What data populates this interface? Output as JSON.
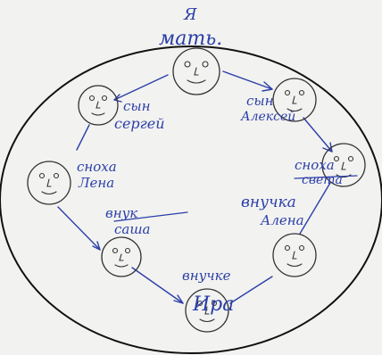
{
  "title": {
    "line1": "Я",
    "line2": "мать."
  },
  "members": [
    {
      "id": "mother",
      "label_lines": []
    },
    {
      "id": "son-alexei",
      "label_lines": [
        "сын",
        "Алексей"
      ]
    },
    {
      "id": "daughter-in-law-sveta",
      "label_lines": [
        "сноха",
        "света"
      ]
    },
    {
      "id": "granddaughter-alena",
      "label_lines": [
        "внучка",
        "Алена"
      ]
    },
    {
      "id": "grandson-ira",
      "label_lines": [
        "внучке",
        "Ира"
      ]
    },
    {
      "id": "grandson-sasha",
      "label_lines": [
        "внук",
        "саша"
      ]
    },
    {
      "id": "daughter-in-law-lena",
      "label_lines": [
        "сноха",
        "Лена"
      ]
    },
    {
      "id": "son-sergei",
      "label_lines": [
        "сын",
        "сергей"
      ]
    }
  ],
  "colors": {
    "ink": "#2b3fa8",
    "pencil": "#333333",
    "paper": "#f2f2f0",
    "circle": "#111111"
  }
}
